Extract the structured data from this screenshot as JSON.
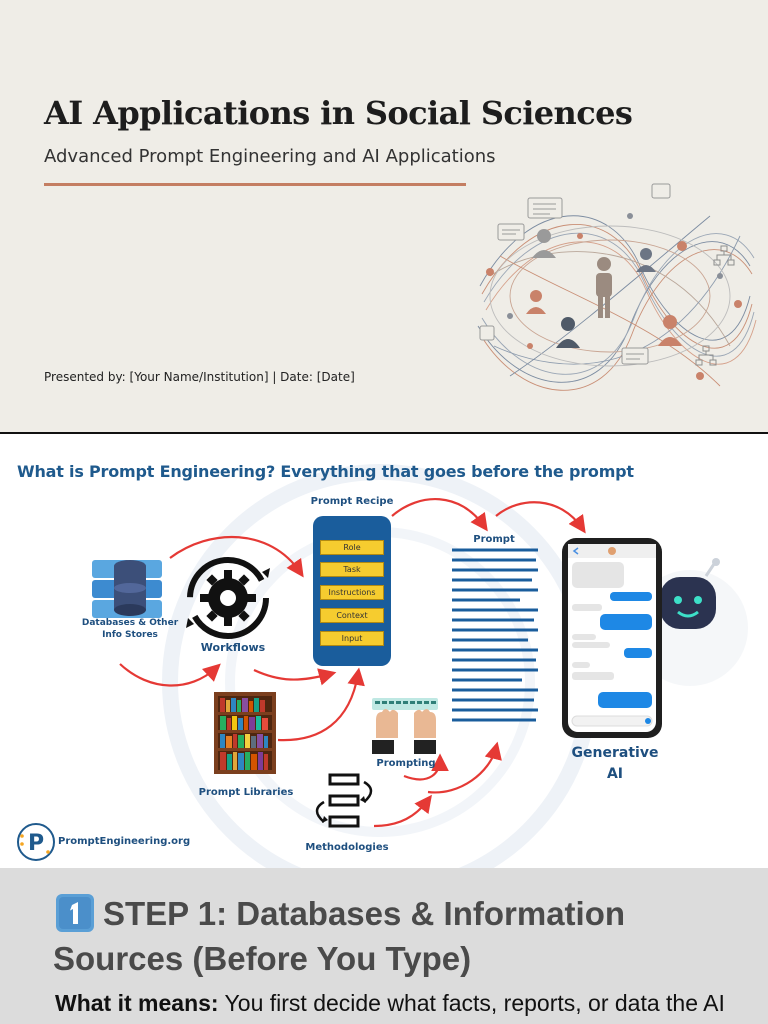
{
  "slide1": {
    "title": "AI Applications in Social Sciences",
    "subtitle": "Advanced Prompt Engineering and AI Applications",
    "presented_by": "Presented by: [Your Name/Institution] | Date: [Date]",
    "accent_color": "#c47e62"
  },
  "slide2": {
    "title": "What is Prompt Engineering? Everything that goes before the prompt",
    "recipe_label": "Prompt Recipe",
    "recipe_items": [
      "Role",
      "Task",
      "Instructions",
      "Context",
      "Input"
    ],
    "prompt_label": "Prompt",
    "databases_label_1": "Databases & Other",
    "databases_label_2": "Info Stores",
    "workflows_label": "Workflows",
    "libraries_label": "Prompt Libraries",
    "prompting_label": "Prompting",
    "methodologies_label": "Methodologies",
    "generative_label_1": "Generative",
    "generative_label_2": "AI",
    "brand": "PromptEngineering.org",
    "title_color": "#1f5a8d",
    "arrow_color": "#e53935"
  },
  "slide3": {
    "number_icon": "keycap-one-icon",
    "heading": "STEP 1: Databases & Information Sources (Before You Type)",
    "body_lead": "What it means:",
    "body_text": " You first decide what facts, reports, or data the AI should use before it answers. Ask what matters."
  }
}
